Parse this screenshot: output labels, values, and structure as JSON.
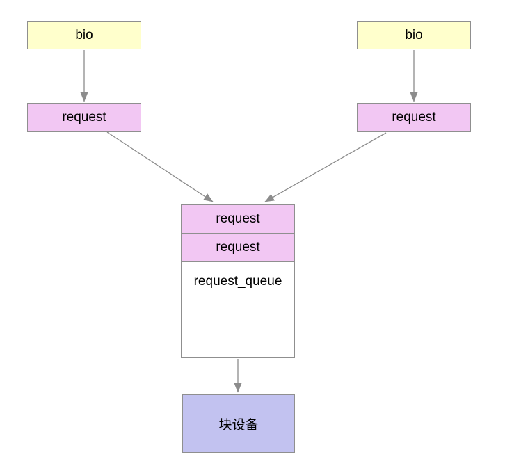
{
  "diagram": {
    "description": "Linux block IO flow: bio structures become requests queued on a request_queue feeding the block device",
    "nodes": {
      "bio_left": {
        "label": "bio"
      },
      "bio_right": {
        "label": "bio"
      },
      "request_left": {
        "label": "request"
      },
      "request_right": {
        "label": "request"
      },
      "stack_request_1": {
        "label": "request"
      },
      "stack_request_2": {
        "label": "request"
      },
      "request_queue": {
        "label": "request_queue"
      },
      "block_device": {
        "label": "块设备"
      }
    },
    "edges": [
      {
        "from": "bio_left",
        "to": "request_left"
      },
      {
        "from": "bio_right",
        "to": "request_right"
      },
      {
        "from": "request_left",
        "to": "request_queue_stack"
      },
      {
        "from": "request_right",
        "to": "request_queue_stack"
      },
      {
        "from": "request_queue",
        "to": "block_device"
      }
    ],
    "colors": {
      "bio_fill": "#ffffcc",
      "request_fill": "#f2c7f3",
      "queue_fill": "#ffffff",
      "device_fill": "#c2c2f0",
      "border": "#8f8f8f",
      "arrow": "#8c8c8c",
      "text": "#000000",
      "background": "#ffffff"
    }
  }
}
